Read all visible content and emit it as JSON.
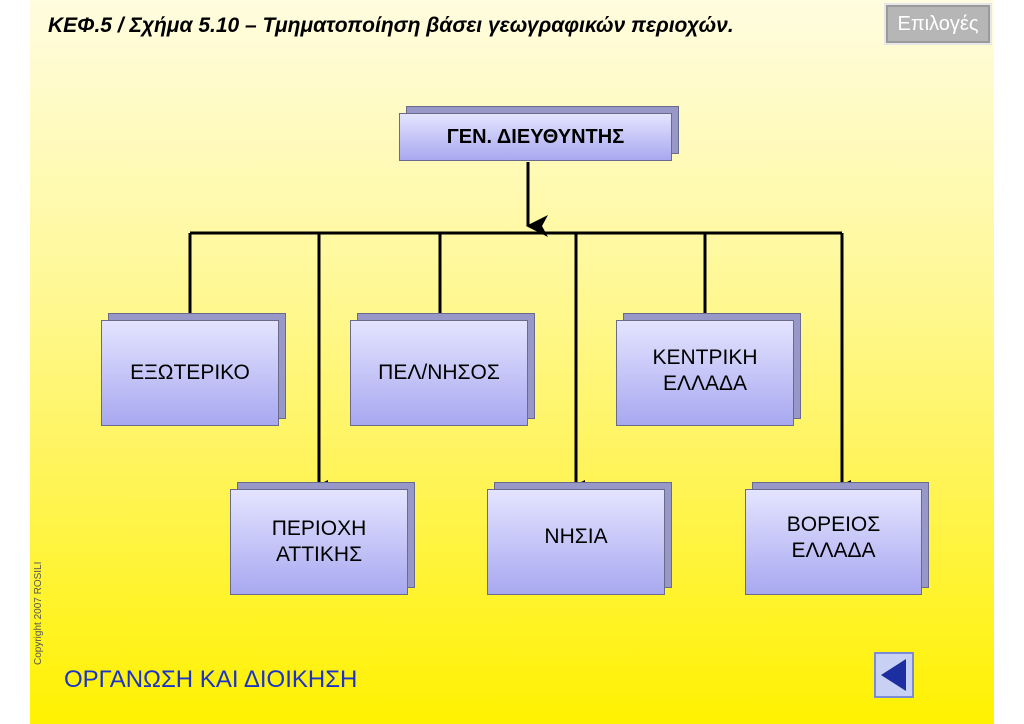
{
  "header": {
    "title": "ΚΕΦ.5 / Σχήμα 5.10 – Τμηματοποίηση βάσει γεωγραφικών περιοχών.",
    "options_label": "Επιλογές"
  },
  "diagram": {
    "root": "ΓΕΝ. ΔΙΕΥΘΥΝΤΗΣ",
    "children": [
      {
        "label": "ΕΞΩΤΕΡΙΚΟ"
      },
      {
        "label": "ΠΕΡΙΟΧΗ\nΑΤΤΙΚΗΣ"
      },
      {
        "label": "ΠΕΛ/ΝΗΣΟΣ"
      },
      {
        "label": "ΝΗΣΙΑ"
      },
      {
        "label": "ΚΕΝΤΡΙΚΗ\nΕΛΛΑΔΑ"
      },
      {
        "label": "ΒΟΡΕΙΟΣ\nΕΛΛΑΔΑ"
      }
    ]
  },
  "footer": {
    "text": "ΟΡΓΑΝΩΣΗ ΚΑΙ ΔΙΟΙΚΗΣΗ",
    "copyright": "Copyright 2007 ROSILI",
    "back_icon": "triangle-left-icon"
  }
}
